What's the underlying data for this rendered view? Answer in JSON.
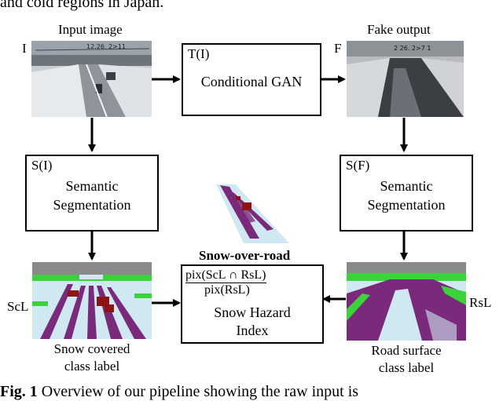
{
  "header_fragment": "and cold regions in Japan.",
  "figure_caption": {
    "label": "Fig. 1",
    "text": " Overview of our pipeline showing the raw input is"
  },
  "nodes": {
    "input": {
      "title": "Input image",
      "tag": "I"
    },
    "output": {
      "title": "Fake output",
      "tag": "F"
    },
    "gan": {
      "tag": "T(I)",
      "label": "Conditional GAN"
    },
    "seg_input": {
      "tag": "S(I)",
      "line1": "Semantic",
      "line2": "Segmentation"
    },
    "seg_output": {
      "tag": "S(F)",
      "line1": "Semantic",
      "line2": "Segmentation"
    },
    "hazard": {
      "title": "Snow-over-road",
      "numerator": "pix(ScL ∩ RsL)",
      "denominator": "pix(RsL)",
      "line1": "Snow Hazard",
      "line2": "Index"
    },
    "snow_label": {
      "tag": "ScL",
      "line1": "Snow covered",
      "line2": "class label"
    },
    "road_label": {
      "tag": "RsL",
      "line1": "Road surface",
      "line2": "class label"
    }
  },
  "colors": {
    "snow_class": "#cfe8f2",
    "road_class": "#7a2a7a",
    "vegetation_class": "#3cd23c",
    "sky_class": "#8a8a8a",
    "vehicle_class": "#8c1414"
  }
}
